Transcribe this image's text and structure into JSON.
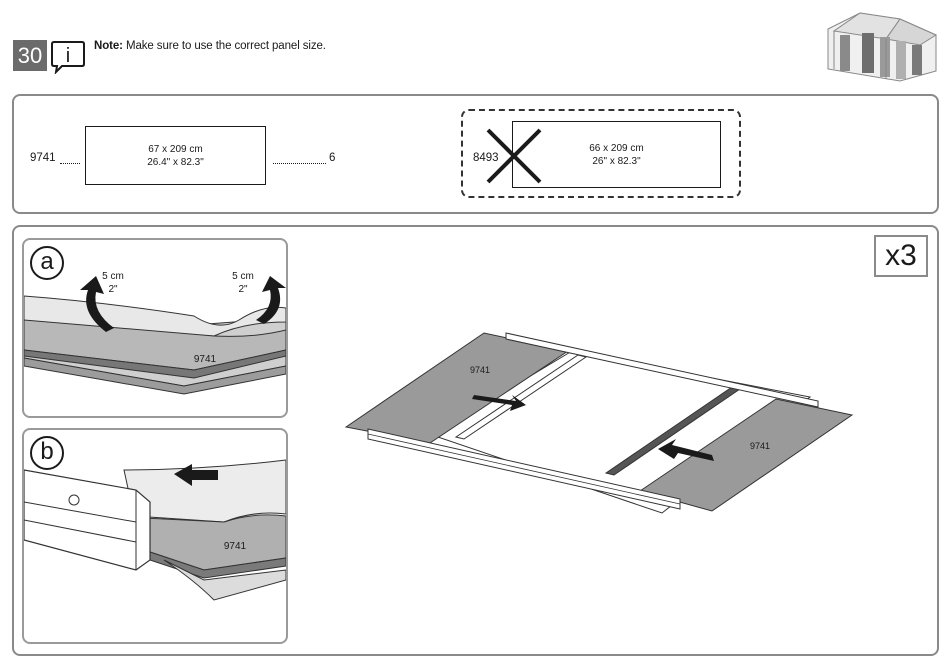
{
  "header": {
    "step_number": "30",
    "note_label": "Note:",
    "note_text": " Make sure to use the correct panel size."
  },
  "icons": {
    "info": "info-icon",
    "wrong": "x-cross-icon",
    "shed": "shed-thumbnail-icon",
    "arrow": "arrow-icon"
  },
  "parts": {
    "correct": {
      "code": "9741",
      "metric": "67 x 209 cm",
      "imperial": "26.4\" x  82.3\"",
      "quantity": "6"
    },
    "incorrect": {
      "code": "8493",
      "metric": "66  x 209 cm",
      "imperial": "26\" x  82.3\""
    }
  },
  "multiplier": "x3",
  "detail_a": {
    "letter": "a",
    "left_metric": "5 cm",
    "left_imperial": "2\"",
    "right_metric": "5 cm",
    "right_imperial": "2\"",
    "panel_code": "9741"
  },
  "detail_b": {
    "letter": "b",
    "panel_code": "9741"
  },
  "main_illustration": {
    "panel_left_code": "9741",
    "panel_right_code": "9741"
  }
}
